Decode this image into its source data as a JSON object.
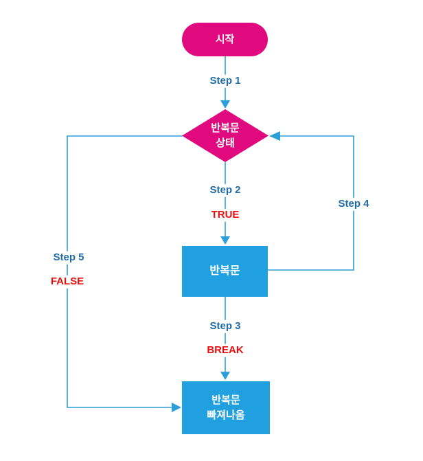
{
  "diagram": {
    "type": "flowchart",
    "background": "#FFFFFF",
    "nodes": {
      "start": {
        "shape": "terminator",
        "label": "시작",
        "fill": "#E00A7E",
        "text_color": "#FFFFFF"
      },
      "condition": {
        "shape": "decision",
        "label_line1": "반복문",
        "label_line2": "상태",
        "fill": "#E00A7E",
        "text_color": "#FFFFFF"
      },
      "loop_body": {
        "shape": "process",
        "label": "반복문",
        "fill": "#21A0DF",
        "text_color": "#FFFFFF"
      },
      "loop_exit": {
        "shape": "process",
        "label_line1": "반복문",
        "label_line2": "빠져나옴",
        "fill": "#21A0DF",
        "text_color": "#FFFFFF"
      }
    },
    "edges": {
      "step1": {
        "label": "Step 1",
        "from": "start",
        "to": "condition"
      },
      "step2": {
        "label": "Step 2",
        "condition": "TRUE",
        "from": "condition",
        "to": "loop_body"
      },
      "step3": {
        "label": "Step 3",
        "condition": "BREAK",
        "from": "loop_body",
        "to": "loop_exit"
      },
      "step4": {
        "label": "Step 4",
        "from": "loop_body",
        "to": "condition"
      },
      "step5": {
        "label": "Step 5",
        "condition": "FALSE",
        "from": "condition",
        "to": "loop_exit"
      }
    },
    "colors": {
      "shape_magenta": "#E00A7E",
      "shape_blue": "#21A0DF",
      "connector_blue": "#2D9FD8",
      "step_label_blue": "#1F6CA8",
      "condition_label_red": "#EB0F0F"
    }
  }
}
